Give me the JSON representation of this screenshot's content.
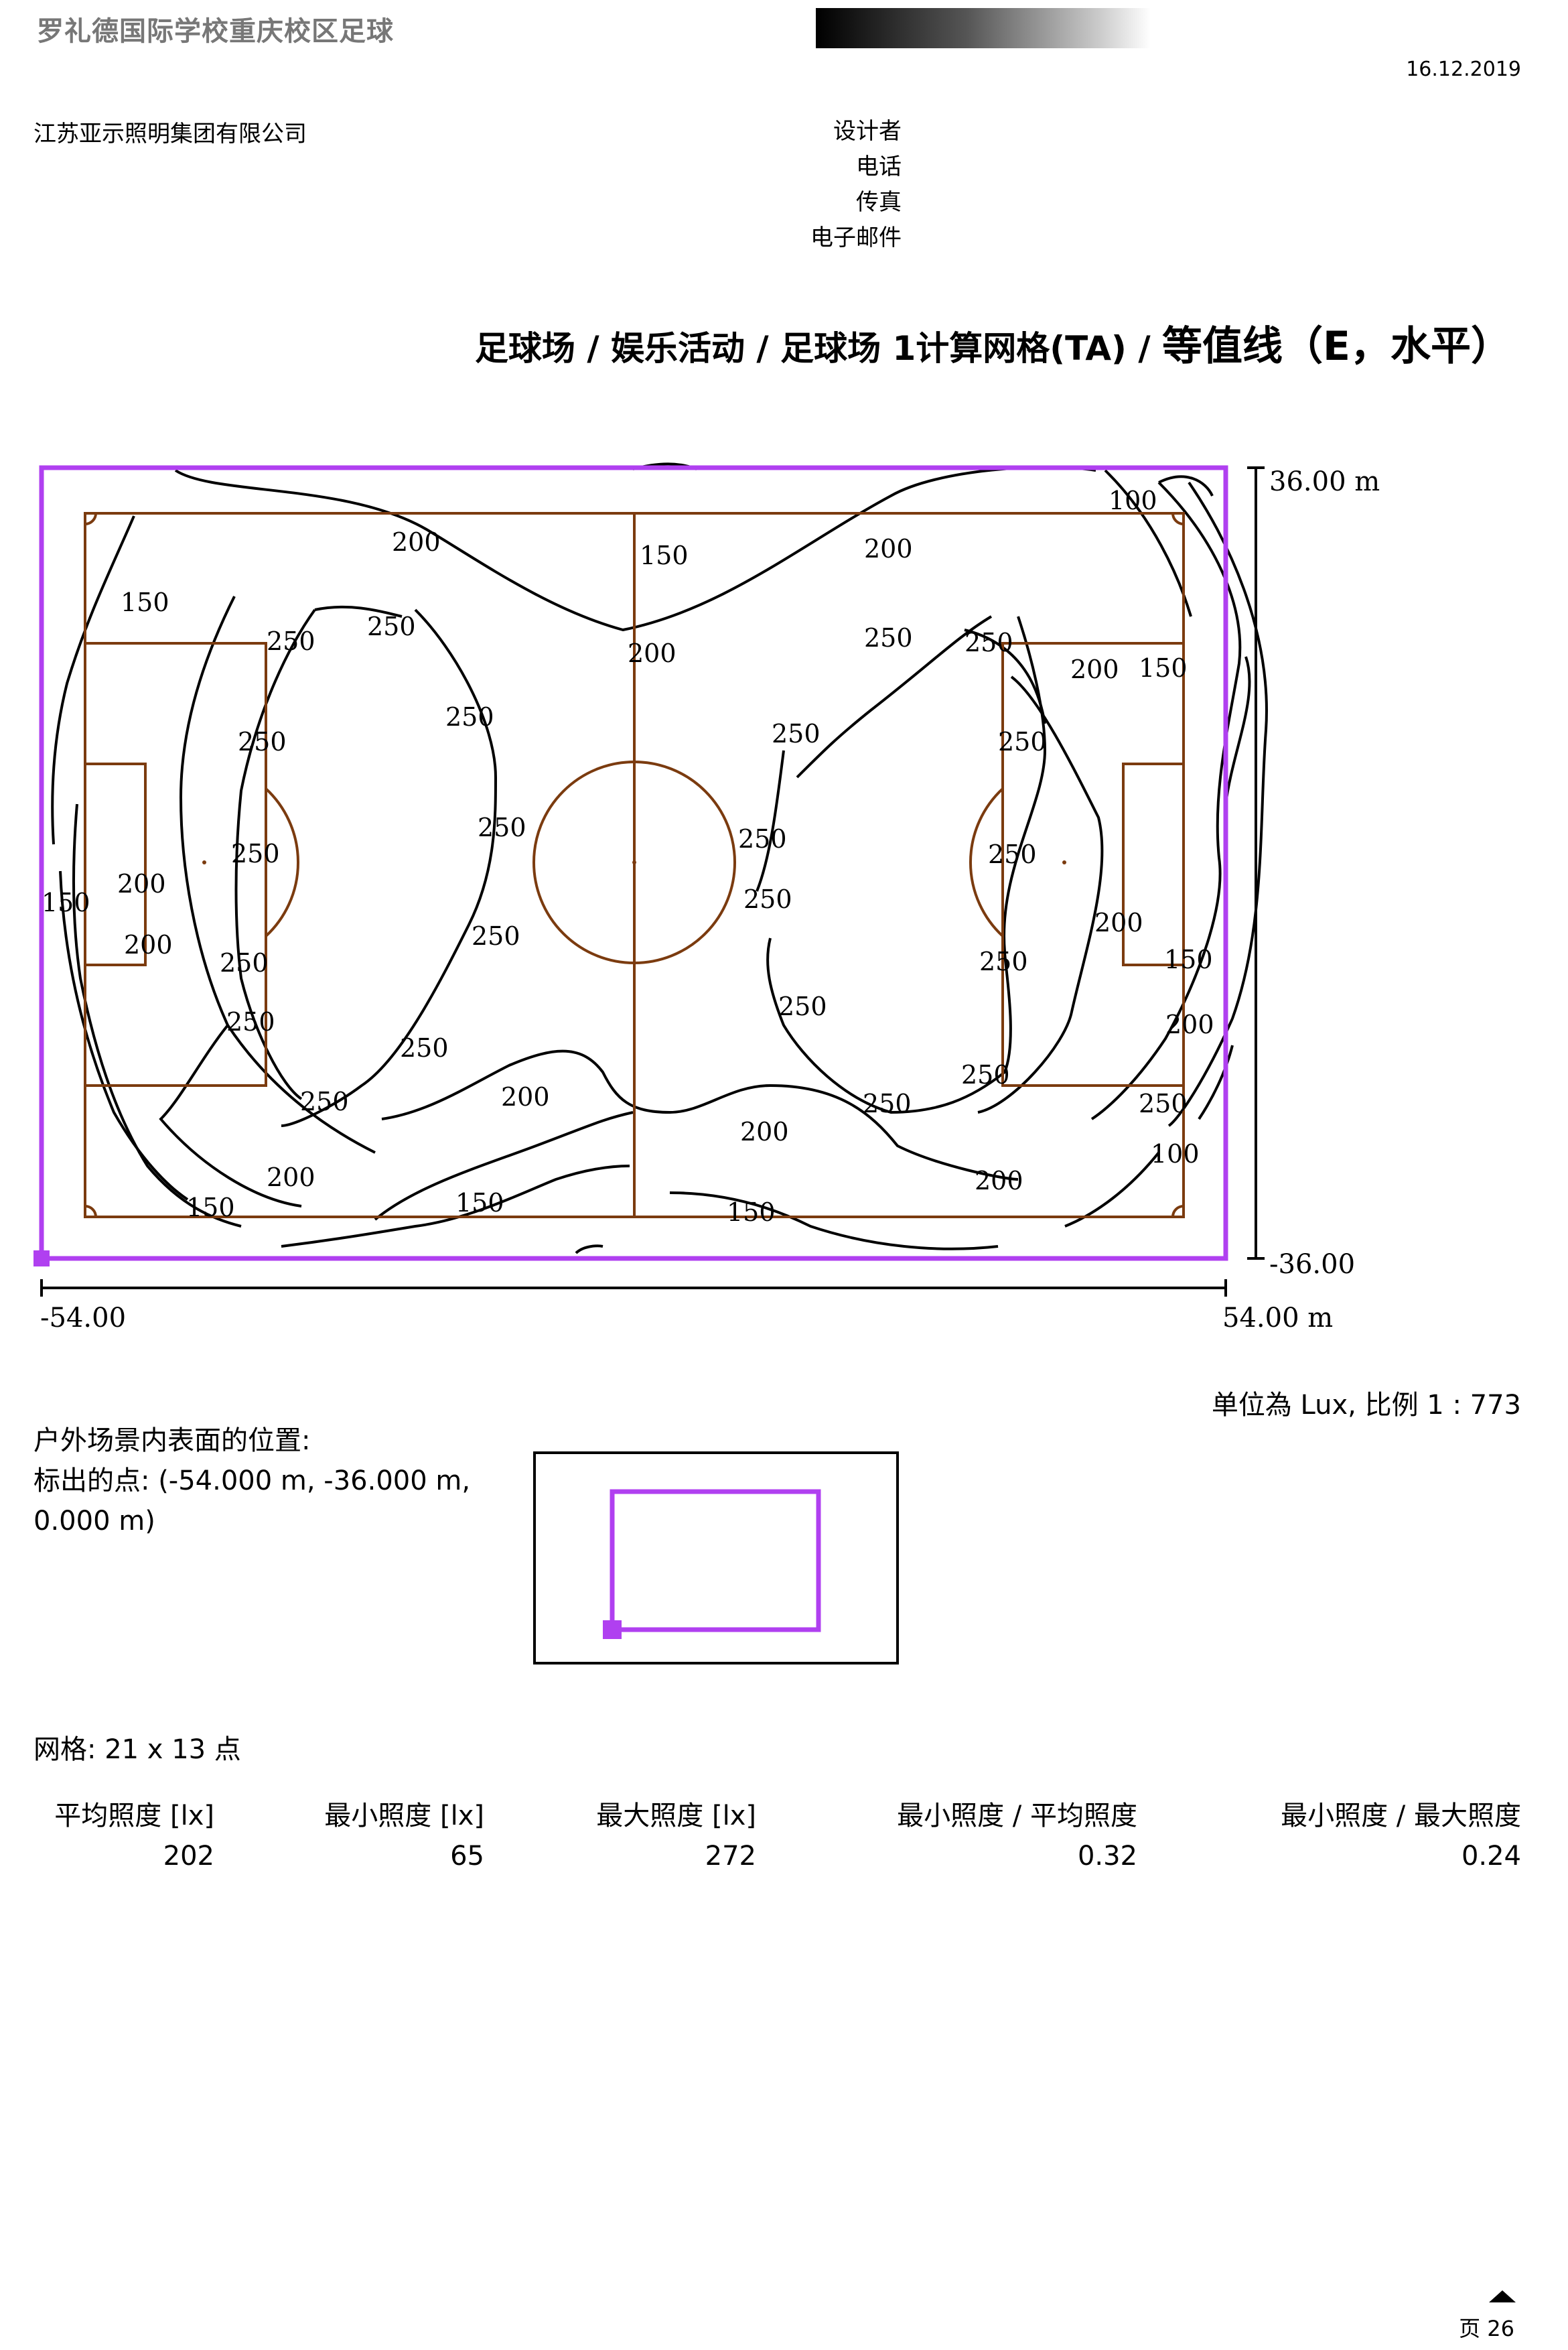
{
  "header": {
    "project_title": "罗礼德国际学校重庆校区足球",
    "date": "16.12.2019",
    "company": "江苏亚示照明集团有限公司",
    "contact_labels": [
      "设计者",
      "电话",
      "传真",
      "电子邮件"
    ]
  },
  "page_title": {
    "path": "足球场 / 娱乐活动 / 足球场 1计算网格(TA) / ",
    "kind": "等值线（E，水平）"
  },
  "plot": {
    "y_max_label": "36.00 m",
    "y_min_label": "-36.00",
    "x_min_label": "-54.00",
    "x_max_label": "54.00 m",
    "colors": {
      "field": "#7b3b0f",
      "contour": "#000000",
      "boundary": "#b040f0"
    },
    "contour_labels": [
      {
        "id": "l1",
        "text": "100"
      },
      {
        "id": "l2",
        "text": "150"
      },
      {
        "id": "l3",
        "text": "200"
      },
      {
        "id": "l4",
        "text": "150"
      },
      {
        "id": "l5",
        "text": "200"
      },
      {
        "id": "l6",
        "text": "250"
      },
      {
        "id": "l7",
        "text": "250"
      },
      {
        "id": "l8",
        "text": "200"
      },
      {
        "id": "l9",
        "text": "250"
      },
      {
        "id": "l10",
        "text": "250"
      },
      {
        "id": "l11",
        "text": "200"
      },
      {
        "id": "l12",
        "text": "150"
      },
      {
        "id": "l13",
        "text": "250"
      },
      {
        "id": "l14",
        "text": "250"
      },
      {
        "id": "l15",
        "text": "250"
      },
      {
        "id": "l16",
        "text": "250"
      },
      {
        "id": "l17",
        "text": "250"
      },
      {
        "id": "l18",
        "text": "250"
      },
      {
        "id": "l19",
        "text": "200"
      },
      {
        "id": "l20",
        "text": "250"
      },
      {
        "id": "l21",
        "text": "150"
      },
      {
        "id": "l22",
        "text": "200"
      },
      {
        "id": "l23",
        "text": "250"
      },
      {
        "id": "l24",
        "text": "250"
      },
      {
        "id": "l25",
        "text": "250"
      },
      {
        "id": "l26",
        "text": "250"
      },
      {
        "id": "l27",
        "text": "200"
      },
      {
        "id": "l28",
        "text": "250"
      },
      {
        "id": "l29",
        "text": "250"
      },
      {
        "id": "l30",
        "text": "250"
      },
      {
        "id": "l31",
        "text": "150"
      },
      {
        "id": "l32",
        "text": "250"
      },
      {
        "id": "l33",
        "text": "250"
      },
      {
        "id": "l34",
        "text": "250"
      },
      {
        "id": "l35",
        "text": "250"
      },
      {
        "id": "l36",
        "text": "200"
      },
      {
        "id": "l37",
        "text": "250"
      },
      {
        "id": "l38",
        "text": "200"
      },
      {
        "id": "l39",
        "text": "100"
      },
      {
        "id": "l40",
        "text": "200"
      },
      {
        "id": "l41",
        "text": "150"
      },
      {
        "id": "l42",
        "text": "200"
      },
      {
        "id": "l43",
        "text": "150"
      },
      {
        "id": "l44",
        "text": "150"
      },
      {
        "id": "l45",
        "text": "200"
      },
      {
        "id": "l46",
        "text": "150"
      },
      {
        "id": "l47",
        "text": "250"
      }
    ]
  },
  "scale_note": "单位為 Lux, 比例 1 : 773",
  "position": {
    "label": "户外场景内表面的位置:",
    "point_line1": "标出的点: (-54.000 m, -36.000 m,",
    "point_line2": "0.000 m)"
  },
  "grid_info": "网格: 21 x 13 点",
  "stats": [
    {
      "label": "平均照度 [lx]",
      "value": "202"
    },
    {
      "label": "最小照度 [lx]",
      "value": "65"
    },
    {
      "label": "最大照度 [lx]",
      "value": "272"
    },
    {
      "label": "最小照度 / 平均照度",
      "value": "0.32"
    },
    {
      "label": "最小照度 / 最大照度",
      "value": "0.24"
    }
  ],
  "footer": {
    "page": "页 26"
  }
}
